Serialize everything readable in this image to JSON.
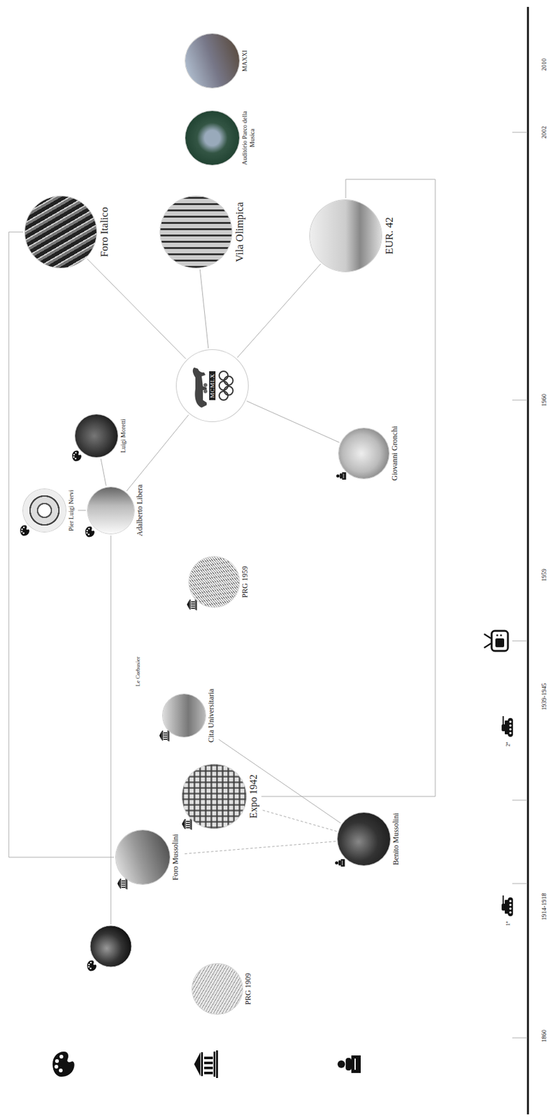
{
  "diagram": {
    "nodes": [
      {
        "text": [
          "PRG 1909"
        ]
      },
      {
        "text": [
          "Foro Mussolini"
        ]
      },
      {
        "text": [
          "Expo 1942"
        ]
      },
      {
        "text": [
          "Cita Universitaria"
        ]
      },
      {
        "text": [
          "Benito Mussolini"
        ]
      },
      {
        "text": [
          "PRG 1959"
        ]
      },
      {
        "text": [
          "Pier Luigi Nervi"
        ]
      },
      {
        "text": [
          "Adalberto Libera"
        ]
      },
      {
        "text": [
          "Luigi Moretti"
        ]
      },
      {
        "text": [
          "MCMLX"
        ]
      },
      {
        "text": [
          "Giovanni Gronchi"
        ]
      },
      {
        "text": [
          "Foro Italico"
        ]
      },
      {
        "text": [
          "Vila Olimpica"
        ]
      },
      {
        "text": [
          "EUR. 42"
        ]
      },
      {
        "text": [
          "Auditório Parco della Musica"
        ]
      },
      {
        "text": [
          "MAXXI"
        ]
      }
    ],
    "edges": [
      {
        "from": 4,
        "to": 1,
        "arrow": "none"
      },
      {
        "from": 4,
        "to": 2,
        "arrow": "none"
      },
      {
        "from": 4,
        "to": 3,
        "arrow": "none"
      },
      {
        "from": 1,
        "to": 11,
        "arrow": "none"
      },
      {
        "from": 2,
        "to": 13,
        "arrow": "none"
      },
      {
        "from": 7,
        "to": 6,
        "arrow": "none"
      },
      {
        "from": 7,
        "to": 8,
        "arrow": "none"
      },
      {
        "from": 9,
        "to": 7,
        "arrow": "none"
      },
      {
        "from": 9,
        "to": 10,
        "arrow": "none"
      },
      {
        "from": 9,
        "to": 11,
        "arrow": "none"
      },
      {
        "from": 9,
        "to": 12,
        "arrow": "none"
      },
      {
        "from": 9,
        "to": 13,
        "arrow": "none"
      }
    ],
    "labels": [
      "Le Corbusier",
      "1860",
      "1914-1918",
      "1ª",
      "1939-1945",
      "2ª",
      "1959",
      "1960",
      "2002",
      "2010"
    ]
  }
}
